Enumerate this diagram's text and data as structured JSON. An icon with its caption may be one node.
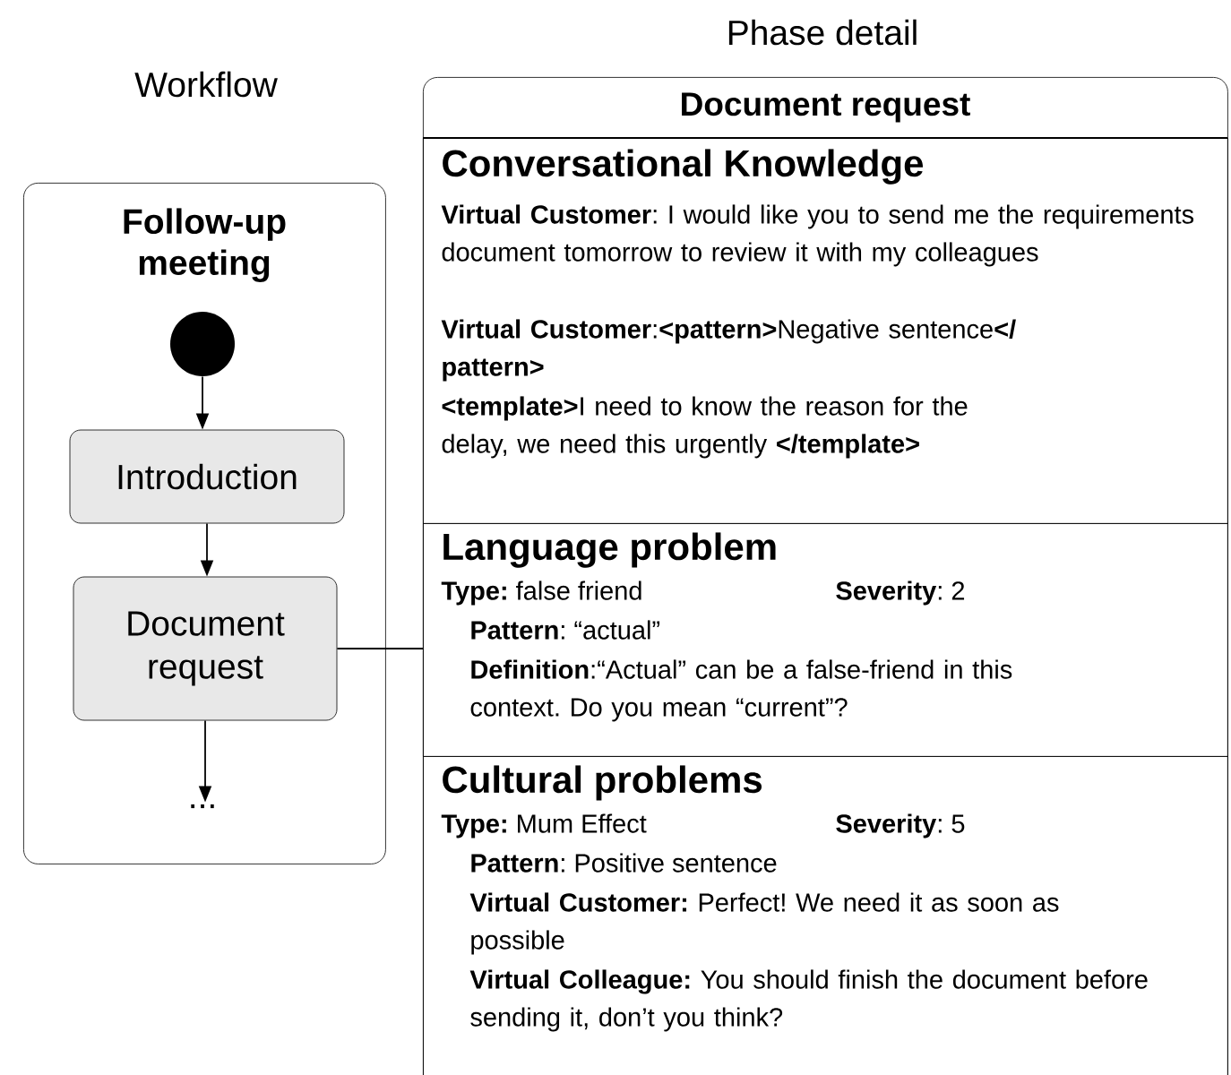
{
  "diagram": {
    "nodes": [
      {
        "text": [
          "Follow-up meeting"
        ]
      },
      {
        "text": [],
        "shape": "circle",
        "in": 0
      },
      {
        "text": [
          "Introduction"
        ],
        "in": 0
      },
      {
        "text": [
          "Document request"
        ],
        "in": 0
      },
      {
        "text": [
          "..."
        ],
        "in": 0
      },
      {
        "text": [
          "Document request"
        ]
      },
      {
        "text": [
          "Conversational Knowledge",
          "**Virtual Customer**: I would like you to send me the requirements document tomorrow to review it with my colleagues",
          "**Virtual Customer**:**<pattern>**Negative sentence**</ pattern>**",
          "**<template>**I need to know the reason for the delay, we need this urgently **</template>**"
        ],
        "in": 5
      },
      {
        "text": [
          "Language problem",
          "**Type:** false friend",
          "**Severity**: 2",
          "**Pattern**: “actual”",
          "**Definition**:“Actual” can be a false-friend in this context. Do you mean “current”?"
        ],
        "in": 5
      },
      {
        "text": [
          "Cultural problems",
          "**Type:** Mum Effect",
          "**Severity**: 5",
          "**Pattern**: Positive sentence",
          "**Virtual Customer:** Perfect! We need it as soon as possible",
          "**Virtual Colleague:** You should finish the document before sending it, don’t you think?"
        ],
        "in": 5
      }
    ],
    "edges": [
      {
        "from": 1,
        "to": 2,
        "arrow": "to"
      },
      {
        "from": 2,
        "to": 3,
        "arrow": "to"
      },
      {
        "from": 3,
        "to": 4,
        "arrow": "to"
      },
      {
        "from": 3,
        "to": 5,
        "arrow": "none"
      }
    ],
    "labels": [
      "Workflow",
      "Phase detail"
    ]
  }
}
